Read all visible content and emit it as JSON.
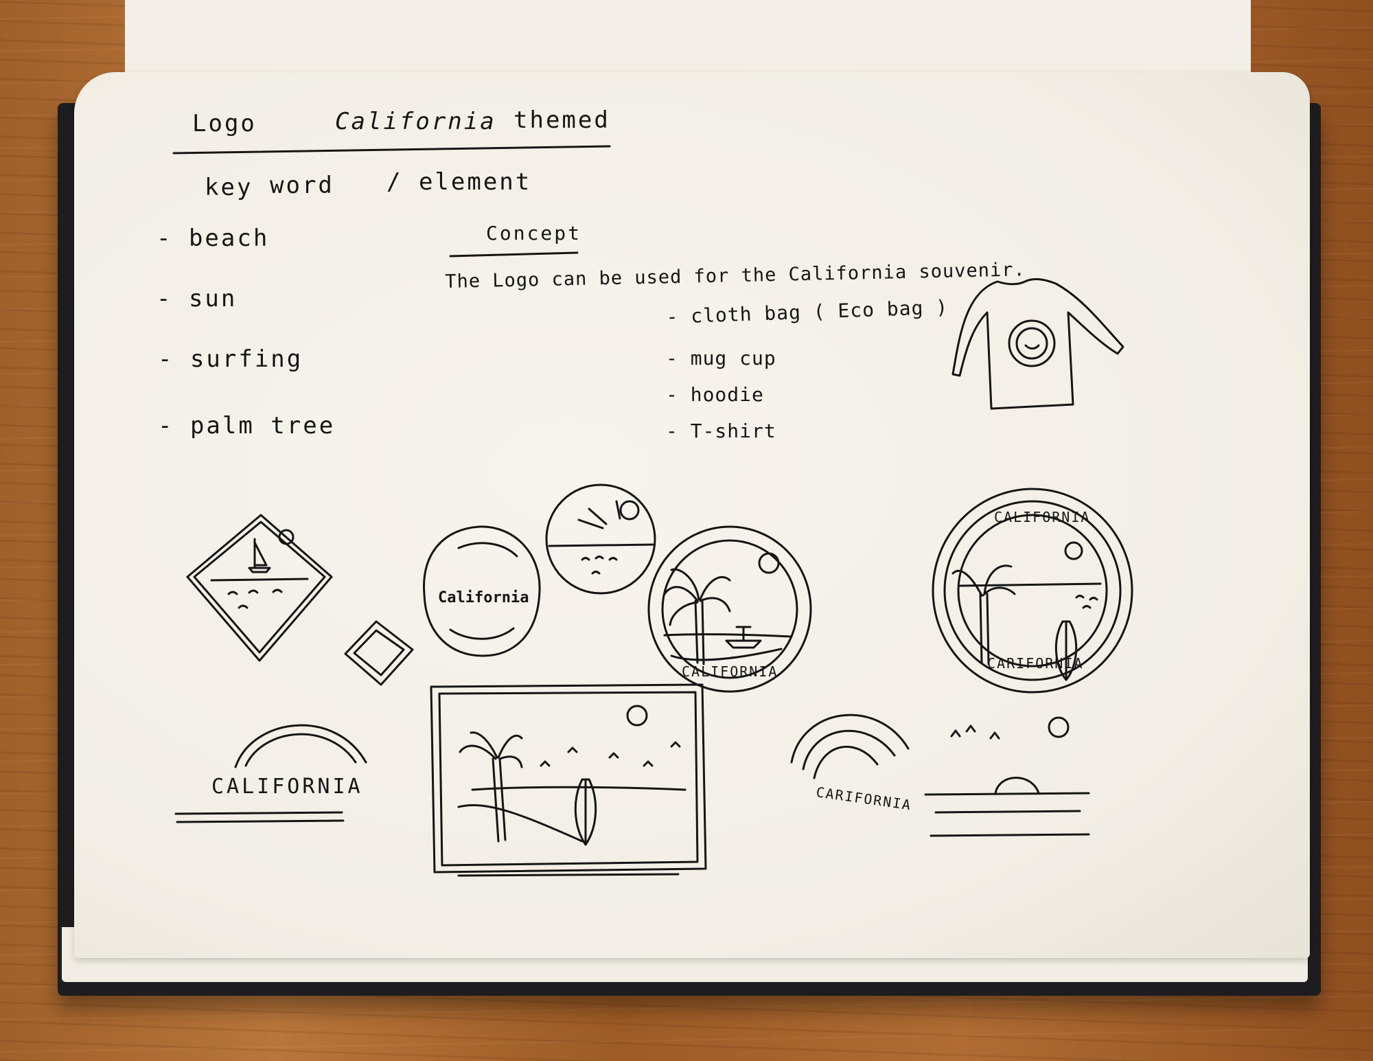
{
  "title": {
    "logo": "Logo",
    "california": "California",
    "themed": "themed"
  },
  "keywords": {
    "heading_key": "key",
    "heading_word": "word",
    "heading_element": "/ element",
    "items": [
      "- beach",
      "- sun",
      "- surfing",
      "- palm tree"
    ]
  },
  "concept": {
    "heading": "Concept",
    "text": "The Logo can be used for the California souvenir."
  },
  "uses": [
    "- cloth bag ( Eco bag )",
    "- mug cup",
    "- hoodie",
    "- T-shirt"
  ],
  "sketch_labels": {
    "round_badge": "California",
    "circle_badge": "CALIFORNIA",
    "big_badge_top": "CALIFORNIA",
    "big_badge_bottom": "CARIFORNIA",
    "arch_text": "CALIFORNIA",
    "rainbow_text": "CARIFORNIA"
  },
  "colors": {
    "ink": "#151515",
    "paper": "#f5f2eb",
    "wood": "#a9692f",
    "binder": "#1d1d1f"
  }
}
